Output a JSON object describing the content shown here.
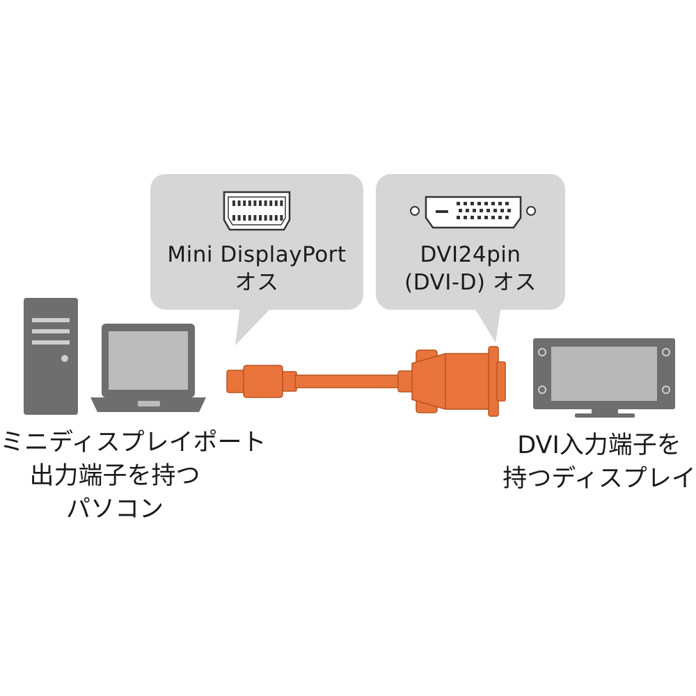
{
  "bubbles": {
    "mdp": {
      "line1": "Mini DisplayPort",
      "line2": "オス"
    },
    "dvi": {
      "line1": "DVI24pin",
      "line2": "(DVI-D) オス"
    }
  },
  "captions": {
    "pc": {
      "line1": "ミニディスプレイポート",
      "line2": "出力端子を持つ",
      "line3": "パソコン"
    },
    "display": {
      "line1": "DVI入力端子を",
      "line2": "持つディスプレイ"
    }
  },
  "colors": {
    "bubble": "#d6d6d6",
    "device": "#6e6e6e",
    "screen": "#b9b9b9",
    "cable": "#e8743c",
    "cable_dark": "#b8531f",
    "ink": "#1a1a1a"
  },
  "icons": {
    "pc_tower": "desktop-tower-icon",
    "laptop": "laptop-icon",
    "monitor": "monitor-icon",
    "mdp_connector": "mini-displayport-connector-icon",
    "dvi_connector": "dvi-connector-icon",
    "cable": "cable-icon"
  }
}
